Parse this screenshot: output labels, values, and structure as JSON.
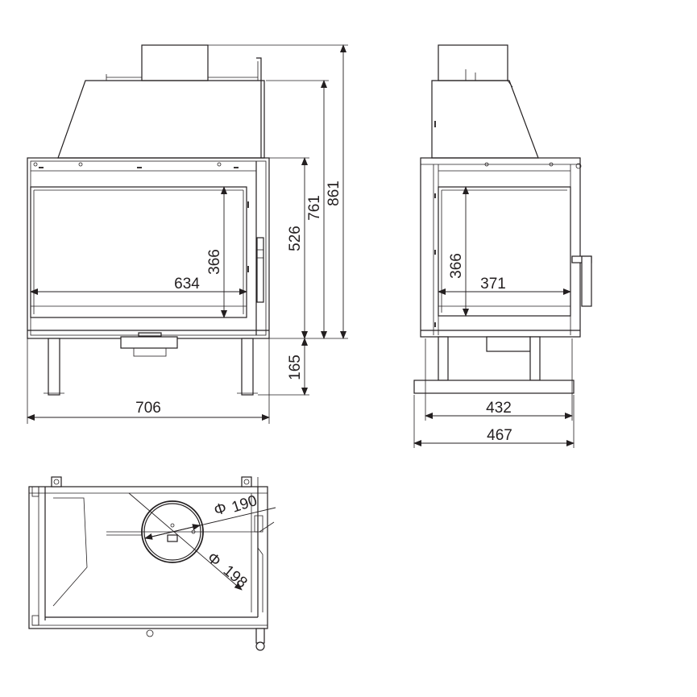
{
  "dimensions": {
    "front_width": "706",
    "front_opening_width": "634",
    "front_opening_height": "366",
    "front_body_height": "526",
    "front_height_mid": "761",
    "front_height_total": "861",
    "front_leg_height": "165",
    "side_opening_width": "371",
    "side_opening_height": "366",
    "side_depth": "432",
    "side_depth_total": "467",
    "flue_inner_diameter_symbol": "Φ",
    "flue_inner_diameter": "190",
    "flue_outer_diameter_symbol": "Φ",
    "flue_outer_diameter": "198"
  }
}
